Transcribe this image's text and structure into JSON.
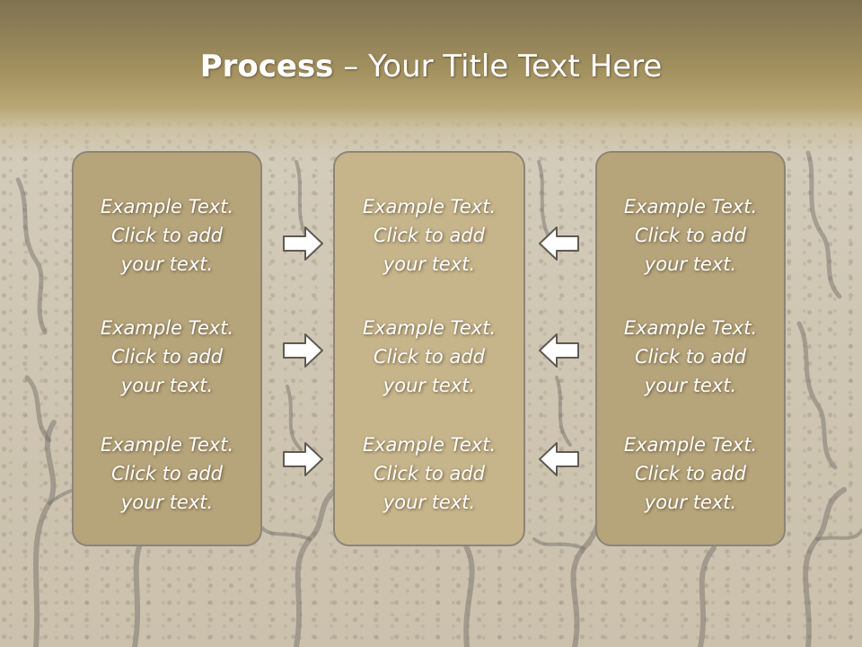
{
  "slide": {
    "title_bold": "Process",
    "title_rest": " – Your Title Text Here"
  },
  "columns": [
    {
      "cells": [
        {
          "line1": "Example Text.",
          "line2": "Click  to add",
          "line3": "your text."
        },
        {
          "line1": "Example Text.",
          "line2": "Click  to add",
          "line3": "your text."
        },
        {
          "line1": "Example Text.",
          "line2": "Click  to add",
          "line3": "your text."
        }
      ]
    },
    {
      "cells": [
        {
          "line1": "Example Text.",
          "line2": "Click  to add",
          "line3": "your text."
        },
        {
          "line1": "Example Text.",
          "line2": "Click  to add",
          "line3": "your text."
        },
        {
          "line1": "Example Text.",
          "line2": "Click  to add",
          "line3": "your text."
        }
      ]
    },
    {
      "cells": [
        {
          "line1": "Example Text.",
          "line2": "Click  to add",
          "line3": "your text."
        },
        {
          "line1": "Example Text.",
          "line2": "Click  to add",
          "line3": "your text."
        },
        {
          "line1": "Example Text.",
          "line2": "Click  to add",
          "line3": "your text."
        }
      ]
    }
  ],
  "arrows": {
    "left_group": "arrow-right-icon",
    "right_group": "arrow-left-icon"
  },
  "colors": {
    "header_band": "#a3915f",
    "box_outer": "#b6a47b",
    "box_center": "#c6b48b",
    "box_border": "#8d8577",
    "text": "#ffffff"
  }
}
